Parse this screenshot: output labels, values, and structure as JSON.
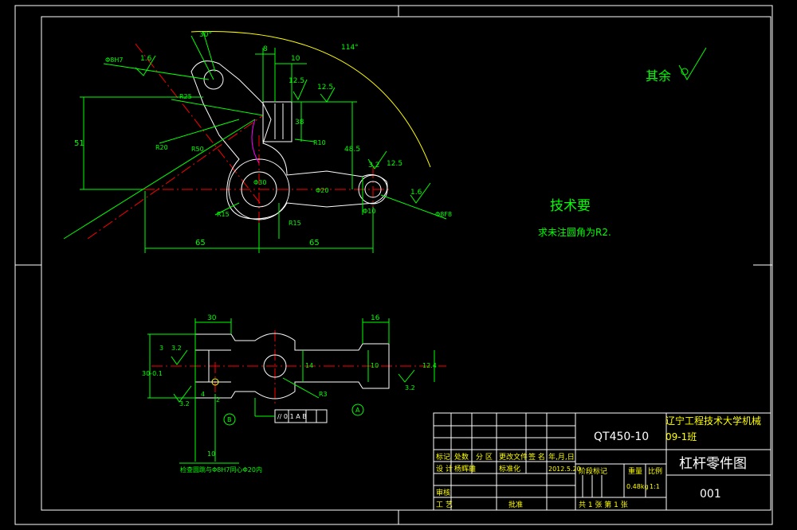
{
  "technical_requirements": {
    "title": "技术要",
    "note": "求未注圆角为R2."
  },
  "roughness_note": "其余",
  "title_block": {
    "material": "QT450-10",
    "school": "辽宁工程技术大学机械",
    "class_code": "09-1班",
    "drawing_name": "杠杆零件图",
    "drawing_number": "001",
    "weight": "0.48kg",
    "scale": "1:1",
    "col_mark": "标记",
    "col_count": "处数",
    "col_zone": "分 区",
    "col_docno": "更改文件",
    "col_sign": "签 名",
    "col_date": "年,月,日",
    "stage_mark": "阶段标记",
    "weight_label": "重量",
    "scale_label": "比例",
    "designer_label": "设 计",
    "designer": "杨辉雄",
    "std_label": "标准化",
    "date": "2012.5.20",
    "review_label": "审核",
    "process_label": "工 艺",
    "approve_label": "批准",
    "total_sheets": "共 1 张 第 1 张"
  },
  "front_view_dims": {
    "d_top": "8",
    "d_top2": "10",
    "d_12_5a": "12.5",
    "d_12_5b": "12.5",
    "d_38": "38",
    "d_48_5": "48.5",
    "d_51": "51",
    "d_65": "65",
    "d_65_0_1": "65",
    "angle_114": "114°",
    "angle_30": "30°",
    "r10": "R10",
    "r15": "R15",
    "r20": "R20",
    "r50": "R50",
    "r15b": "R15",
    "phi8h7": "Φ8H7",
    "phi8f8": "Φ8F8",
    "phi30": "Φ30",
    "phi20": "Φ20",
    "f_16": "1.6",
    "f_16b": "1.6",
    "f_32": "3.2",
    "f_125": "12.5",
    "phi10": "Φ10",
    "r25": "R25"
  },
  "top_view_dims": {
    "w30": "30",
    "w16": "16",
    "h3": "3",
    "h14": "14",
    "h30": "30-0.1",
    "h10": "10",
    "h12": "12.4",
    "f32": "3.2",
    "f32b": "3.2",
    "f32c": "3.2",
    "r3": "R3",
    "d4": "4",
    "d2": "2",
    "tol_parallel": "// 0.1 A B",
    "label_a": "A",
    "label_b": "B",
    "d_10": "10",
    "bottom_note": "检查圆跳与Φ8H7同心Φ20内"
  }
}
